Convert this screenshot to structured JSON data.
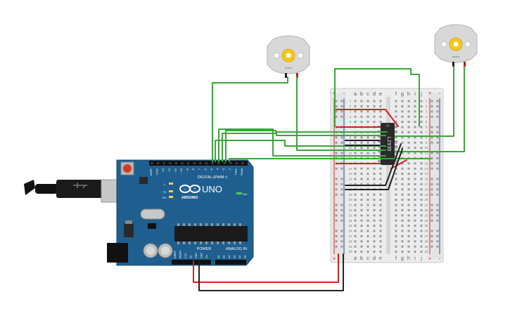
{
  "colors": {
    "board_blue": "#1f5f8f",
    "board_dark": "#174a70",
    "wire_green": "#3aa53a",
    "wire_red": "#d42020",
    "wire_black": "#222222",
    "breadboard": "#ececec",
    "rail_red": "#d23030",
    "rail_blue": "#2d4e9a",
    "motor_body": "#d8d8d8",
    "motor_gear": "#f2c81c"
  },
  "arduino": {
    "brand": "ARDUINO",
    "model": "UNO",
    "digital_header": "DIGITAL (PWM~)",
    "power_header": "POWER",
    "analog_header": "ANALOG IN",
    "on_label": "ON",
    "led_l": "L",
    "led_tx": "TX",
    "led_rx": "RX",
    "digital_pins": [
      "AREF",
      "GND",
      "13",
      "12",
      "~11",
      "~10",
      "~9",
      "8",
      "7",
      "~6",
      "~5",
      "4",
      "~3",
      "2",
      "TX▸1",
      "RX◂0"
    ],
    "power_pins": [
      "IOREF",
      "RESET",
      "3.3V",
      "5V",
      "GND",
      "GND",
      "Vin"
    ],
    "analog_pins": [
      "A0",
      "A1",
      "A2",
      "A3",
      "A4",
      "A5"
    ]
  },
  "breadboard": {
    "columns_left": [
      "a",
      "b",
      "c",
      "d",
      "e"
    ],
    "columns_right": [
      "f",
      "g",
      "h",
      "i",
      "j"
    ],
    "rail_plus": "+",
    "rail_minus": "-",
    "row_numbers": [
      "1",
      "2",
      "3",
      "4",
      "5",
      "6",
      "7",
      "8",
      "9",
      "10",
      "11",
      "12",
      "13",
      "14",
      "15",
      "16",
      "17",
      "18",
      "19",
      "20",
      "21",
      "22",
      "23",
      "24",
      "25",
      "26",
      "27",
      "28",
      "29",
      "30"
    ]
  },
  "chip": {
    "label": "L293D"
  },
  "motors": [
    {
      "label": "motor"
    },
    {
      "label": "motor"
    }
  ]
}
